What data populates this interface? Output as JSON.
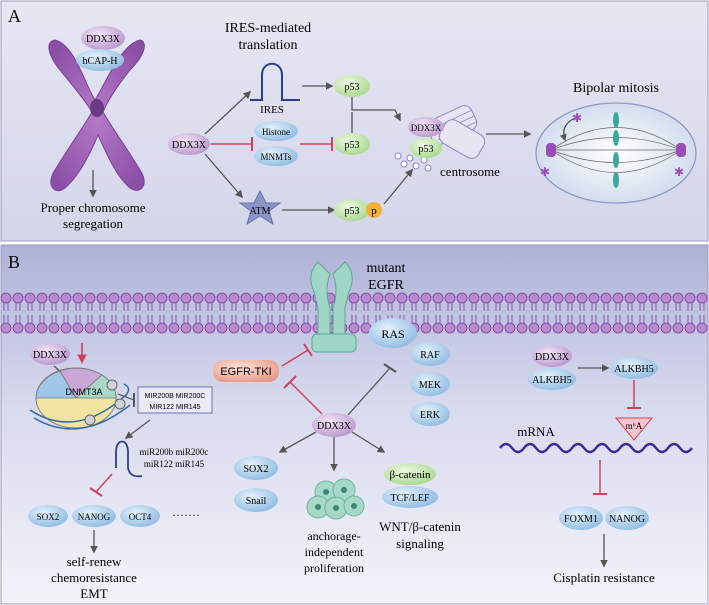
{
  "colors": {
    "panel_top": "#dfe1f0",
    "panel_bottom": "#cfd2e8",
    "membrane": "#7a3c9c",
    "blue_node": "#9fc6e6",
    "green_node": "#bfe4a8",
    "purple_node": "#c9a8d8",
    "inhibit": "#d0405a",
    "arrow": "#555555"
  },
  "panelA": {
    "label": "A",
    "ddx3x_bubble": "DDX3X",
    "hcap_bubble": "hCAP-H",
    "chrom_caption_1": "Proper chromosome",
    "chrom_caption_2": "segregation",
    "ires_title_1": "IRES-mediated",
    "ires_title_2": "translation",
    "ires": "IRES",
    "ddx3x": "DDX3X",
    "histone": "Histone",
    "mnmts": "MNMTs",
    "atm": "ATM",
    "p53_1": "p53",
    "p53_2": "p53",
    "p53_3": "p53",
    "p": "p",
    "centro_ddx3x": "DDX3X",
    "centro_p53": "p53",
    "centrosome": "centrosome",
    "bipolar": "Bipolar mitosis"
  },
  "panelB": {
    "label": "B",
    "mutant_1": "mutant",
    "mutant_2": "EGFR",
    "ras": "RAS",
    "raf": "RAF",
    "mek": "MEK",
    "erk": "ERK",
    "egfr_tki": "EGFR-TKI",
    "ddx3x_center": "DDX3X",
    "sox2_mid": "SOX2",
    "snail": "Snail",
    "anch_1": "anchorage-",
    "anch_2": "independent",
    "anch_3": "proliferation",
    "beta_catenin": "β-catenin",
    "tcf_lef": "TCF/LEF",
    "wnt_1": "WNT/β-catenin",
    "wnt_2": "signaling",
    "ddx3x_left": "DDX3X",
    "dnmt3a": "DNMT3A",
    "mir_box_1": "MIR200B MIR200C",
    "mir_box_2": "MIR122   MIR145",
    "mir_txt_1": "miR200b miR200c",
    "mir_txt_2": "miR122  miR145",
    "sox2_left": "SOX2",
    "nanog_left": "NANOG",
    "oct4": "OCT4",
    "dots": "·······",
    "selfrenew_1": "self-renew",
    "selfrenew_2": "chemoresistance",
    "selfrenew_3": "EMT",
    "ddx3x_right": "DDX3X",
    "alkbh5_a": "ALKBH5",
    "alkbh5_b": "ALKBH5",
    "m6a": "m⁶A",
    "mrna": "mRNA",
    "foxm1": "FOXM1",
    "nanog_right": "NANOG",
    "cisplatin": "Cisplatin resistance"
  }
}
